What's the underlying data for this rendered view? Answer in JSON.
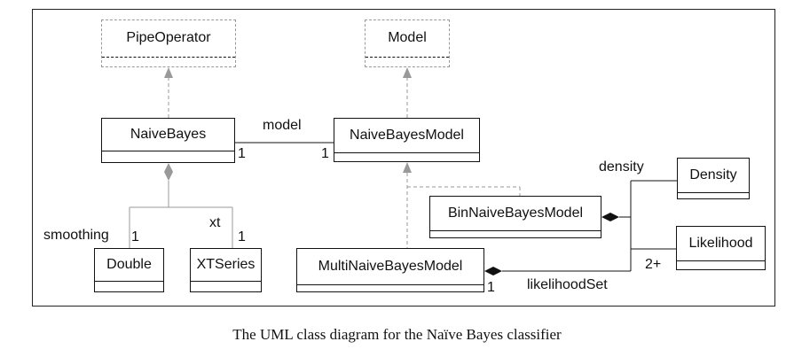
{
  "diagram": {
    "classes": {
      "pipe_operator": "PipeOperator",
      "model": "Model",
      "naive_bayes": "NaiveBayes",
      "naive_bayes_model": "NaiveBayesModel",
      "bin_naive_bayes_model": "BinNaiveBayesModel",
      "multi_naive_bayes_model": "MultiNaiveBayesModel",
      "density": "Density",
      "likelihood": "Likelihood",
      "double": "Double",
      "xtseries": "XTSeries"
    },
    "labels": {
      "model_assoc": "model",
      "smoothing": "smoothing",
      "xt": "xt",
      "density": "density",
      "likelihood_set": "likelihoodSet",
      "mult_nb_model": "1",
      "mult_nbm_model": "1",
      "mult_smoothing": "1",
      "mult_xt": "1",
      "mult_multi": "1",
      "mult_likelihood": "2+"
    }
  },
  "caption": "The UML class diagram for the Naïve Bayes classifier"
}
